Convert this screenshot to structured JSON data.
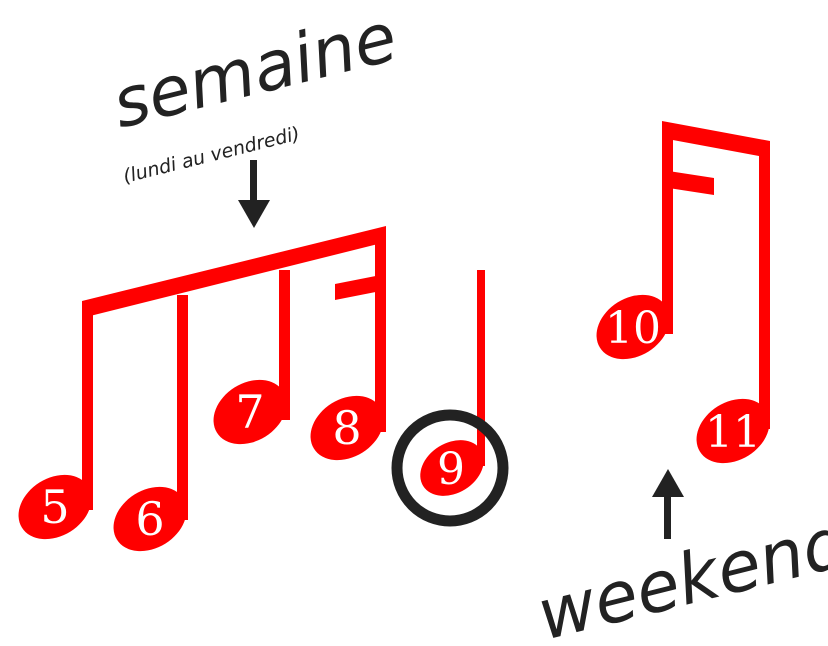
{
  "labels": {
    "week": "semaine",
    "week_sub": "(lundi au vendredi)",
    "weekend": "weekend"
  },
  "notes": {
    "n5": "5",
    "n6": "6",
    "n7": "7",
    "n8": "8",
    "n9": "9",
    "n10": "10",
    "n11": "11"
  },
  "colors": {
    "note": "#ff0000",
    "ink": "#222222",
    "background": "#ffffff",
    "number": "#ffffff"
  }
}
